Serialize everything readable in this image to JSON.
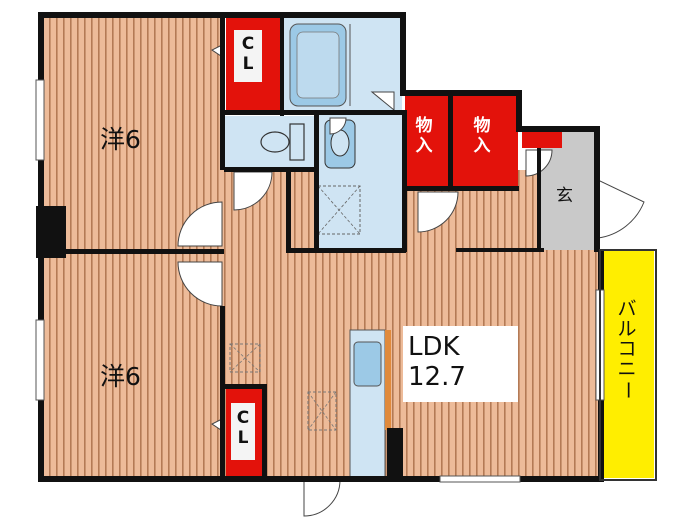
{
  "rooms": {
    "west_upper": {
      "label": "洋6"
    },
    "west_lower": {
      "label": "洋6"
    },
    "ldk": {
      "label": "LDK",
      "size": "12.7"
    },
    "entrance": {
      "label": "玄"
    },
    "balcony": {
      "label": "バルコニー"
    }
  },
  "closets": {
    "cl_upper": {
      "line1": "C",
      "line2": "L"
    },
    "cl_lower": {
      "line1": "C",
      "line2": "L"
    },
    "storage_1": {
      "line1": "物",
      "line2": "入"
    },
    "storage_2": {
      "line1": "物",
      "line2": "入"
    }
  },
  "colors": {
    "wall": "#111111",
    "floor_wood": "#e9b28c",
    "floor_stripe": "#b57a55",
    "closet_red": "#e3120b",
    "wet_area_blue": "#cfe4f3",
    "fixture_blue": "#9cc9e6",
    "entrance_gray": "#c9c9c9",
    "balcony_yellow": "#ffee00"
  }
}
